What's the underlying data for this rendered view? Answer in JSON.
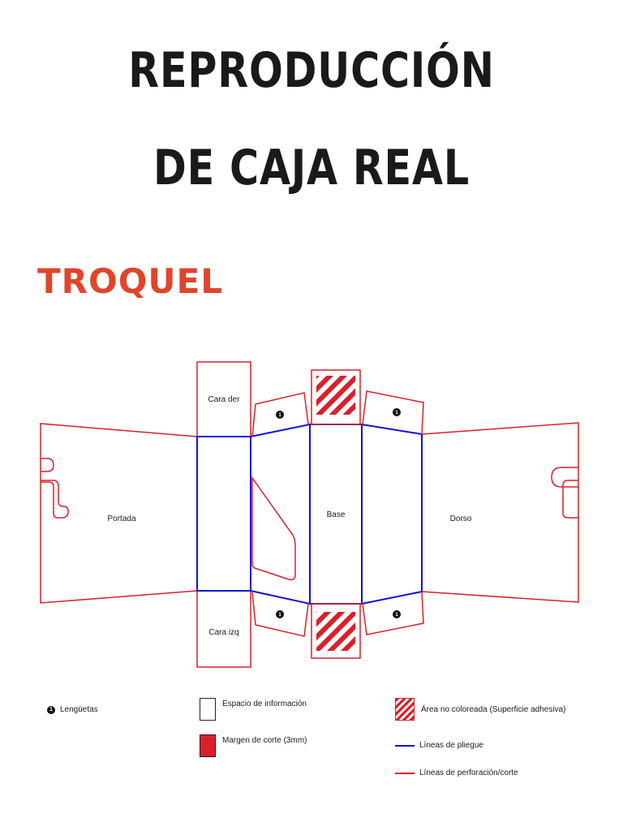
{
  "header": {
    "title_line1": "REPRODUCCIÓN",
    "title_line2": "DE CAJA REAL",
    "subtitle": "TROQUEL"
  },
  "diagram": {
    "labels": {
      "cara_der": "Cara der",
      "cara_izq": "Cara izq",
      "portada": "Portada",
      "base": "Base",
      "dorso": "Dorso"
    },
    "tab_number": "1"
  },
  "legend": {
    "tabs": "Lengüetas",
    "info_space": "Espacio de información",
    "cut_margin": "Margen de corte (3mm)",
    "uncolored_area": "Área no coloreada (Superficie adhesiva)",
    "fold_lines": "Líneas de pliegue",
    "cut_lines": "Líneas de perforación/corte"
  },
  "colors": {
    "cut": "#d9202b",
    "fold": "#1010d8",
    "subtitle": "#e0452b",
    "title": "#1a1a1a"
  }
}
